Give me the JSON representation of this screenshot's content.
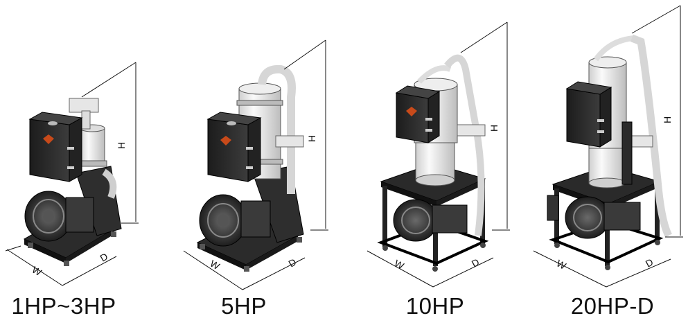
{
  "products": [
    {
      "model": "1HP~3HP",
      "dims": {
        "width": "W",
        "depth": "D",
        "height": "H"
      }
    },
    {
      "model": "5HP",
      "dims": {
        "width": "W",
        "depth": "D",
        "height": "H"
      }
    },
    {
      "model": "10HP",
      "dims": {
        "width": "W",
        "depth": "D",
        "height": "H"
      }
    },
    {
      "model": "20HP-D",
      "dims": {
        "width": "W",
        "depth": "D",
        "height": "H"
      }
    }
  ],
  "colors": {
    "frame": "#2a2a2a",
    "cabinet": "#333333",
    "canister": "#e8e8e8",
    "warning": "#c84a1a"
  }
}
